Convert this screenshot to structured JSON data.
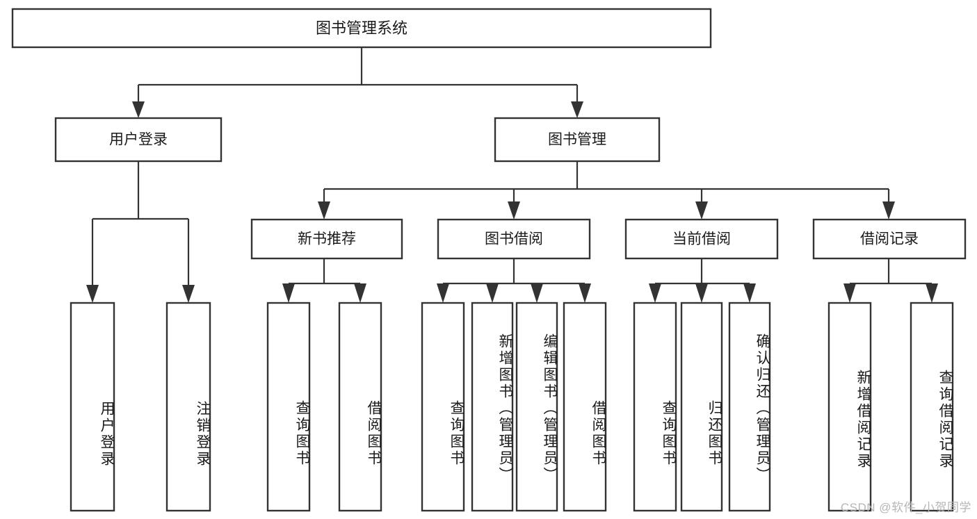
{
  "diagram": {
    "type": "tree-hierarchy-chart",
    "title": "图书管理系统",
    "watermark": "CSDN @软件_小贺同学",
    "levels": {
      "root": {
        "label": "图书管理系统"
      },
      "level2": [
        {
          "id": "user-login",
          "label": "用户登录"
        },
        {
          "id": "book-management",
          "label": "图书管理"
        }
      ],
      "level3": [
        {
          "id": "new-book-recommend",
          "label": "新书推荐",
          "parent": "book-management"
        },
        {
          "id": "book-borrow",
          "label": "图书借阅",
          "parent": "book-management"
        },
        {
          "id": "current-borrow",
          "label": "当前借阅",
          "parent": "book-management"
        },
        {
          "id": "borrow-record",
          "label": "借阅记录",
          "parent": "book-management"
        }
      ],
      "leaves": [
        {
          "id": "leaf-user-login",
          "label": "用户登录",
          "parent": "user-login"
        },
        {
          "id": "leaf-logout-login",
          "label": "注销登录",
          "parent": "user-login"
        },
        {
          "id": "leaf-query-book-1",
          "label": "查询图书",
          "parent": "new-book-recommend"
        },
        {
          "id": "leaf-borrow-book-1",
          "label": "借阅图书",
          "parent": "new-book-recommend"
        },
        {
          "id": "leaf-query-book-2",
          "label": "查询图书",
          "parent": "book-borrow"
        },
        {
          "id": "leaf-add-book",
          "label": "新增图书（管理员）",
          "parent": "book-borrow"
        },
        {
          "id": "leaf-edit-book",
          "label": "编辑图书（管理员）",
          "parent": "book-borrow"
        },
        {
          "id": "leaf-borrow-book-2",
          "label": "借阅图书",
          "parent": "book-borrow"
        },
        {
          "id": "leaf-query-book-3",
          "label": "查询图书",
          "parent": "current-borrow"
        },
        {
          "id": "leaf-return-book",
          "label": "归还图书",
          "parent": "current-borrow"
        },
        {
          "id": "leaf-confirm-return",
          "label": "确认归还（管理员）",
          "parent": "current-borrow"
        },
        {
          "id": "leaf-add-record",
          "label": "新增借阅记录",
          "parent": "borrow-record"
        },
        {
          "id": "leaf-query-record",
          "label": "查询借阅记录",
          "parent": "borrow-record"
        }
      ]
    },
    "colors": {
      "box_stroke": "#333333",
      "box_fill": "#ffffff",
      "text": "#1a1a1a",
      "connector": "#333333",
      "watermark": "#b6b6b6",
      "background": "#ffffff"
    }
  }
}
